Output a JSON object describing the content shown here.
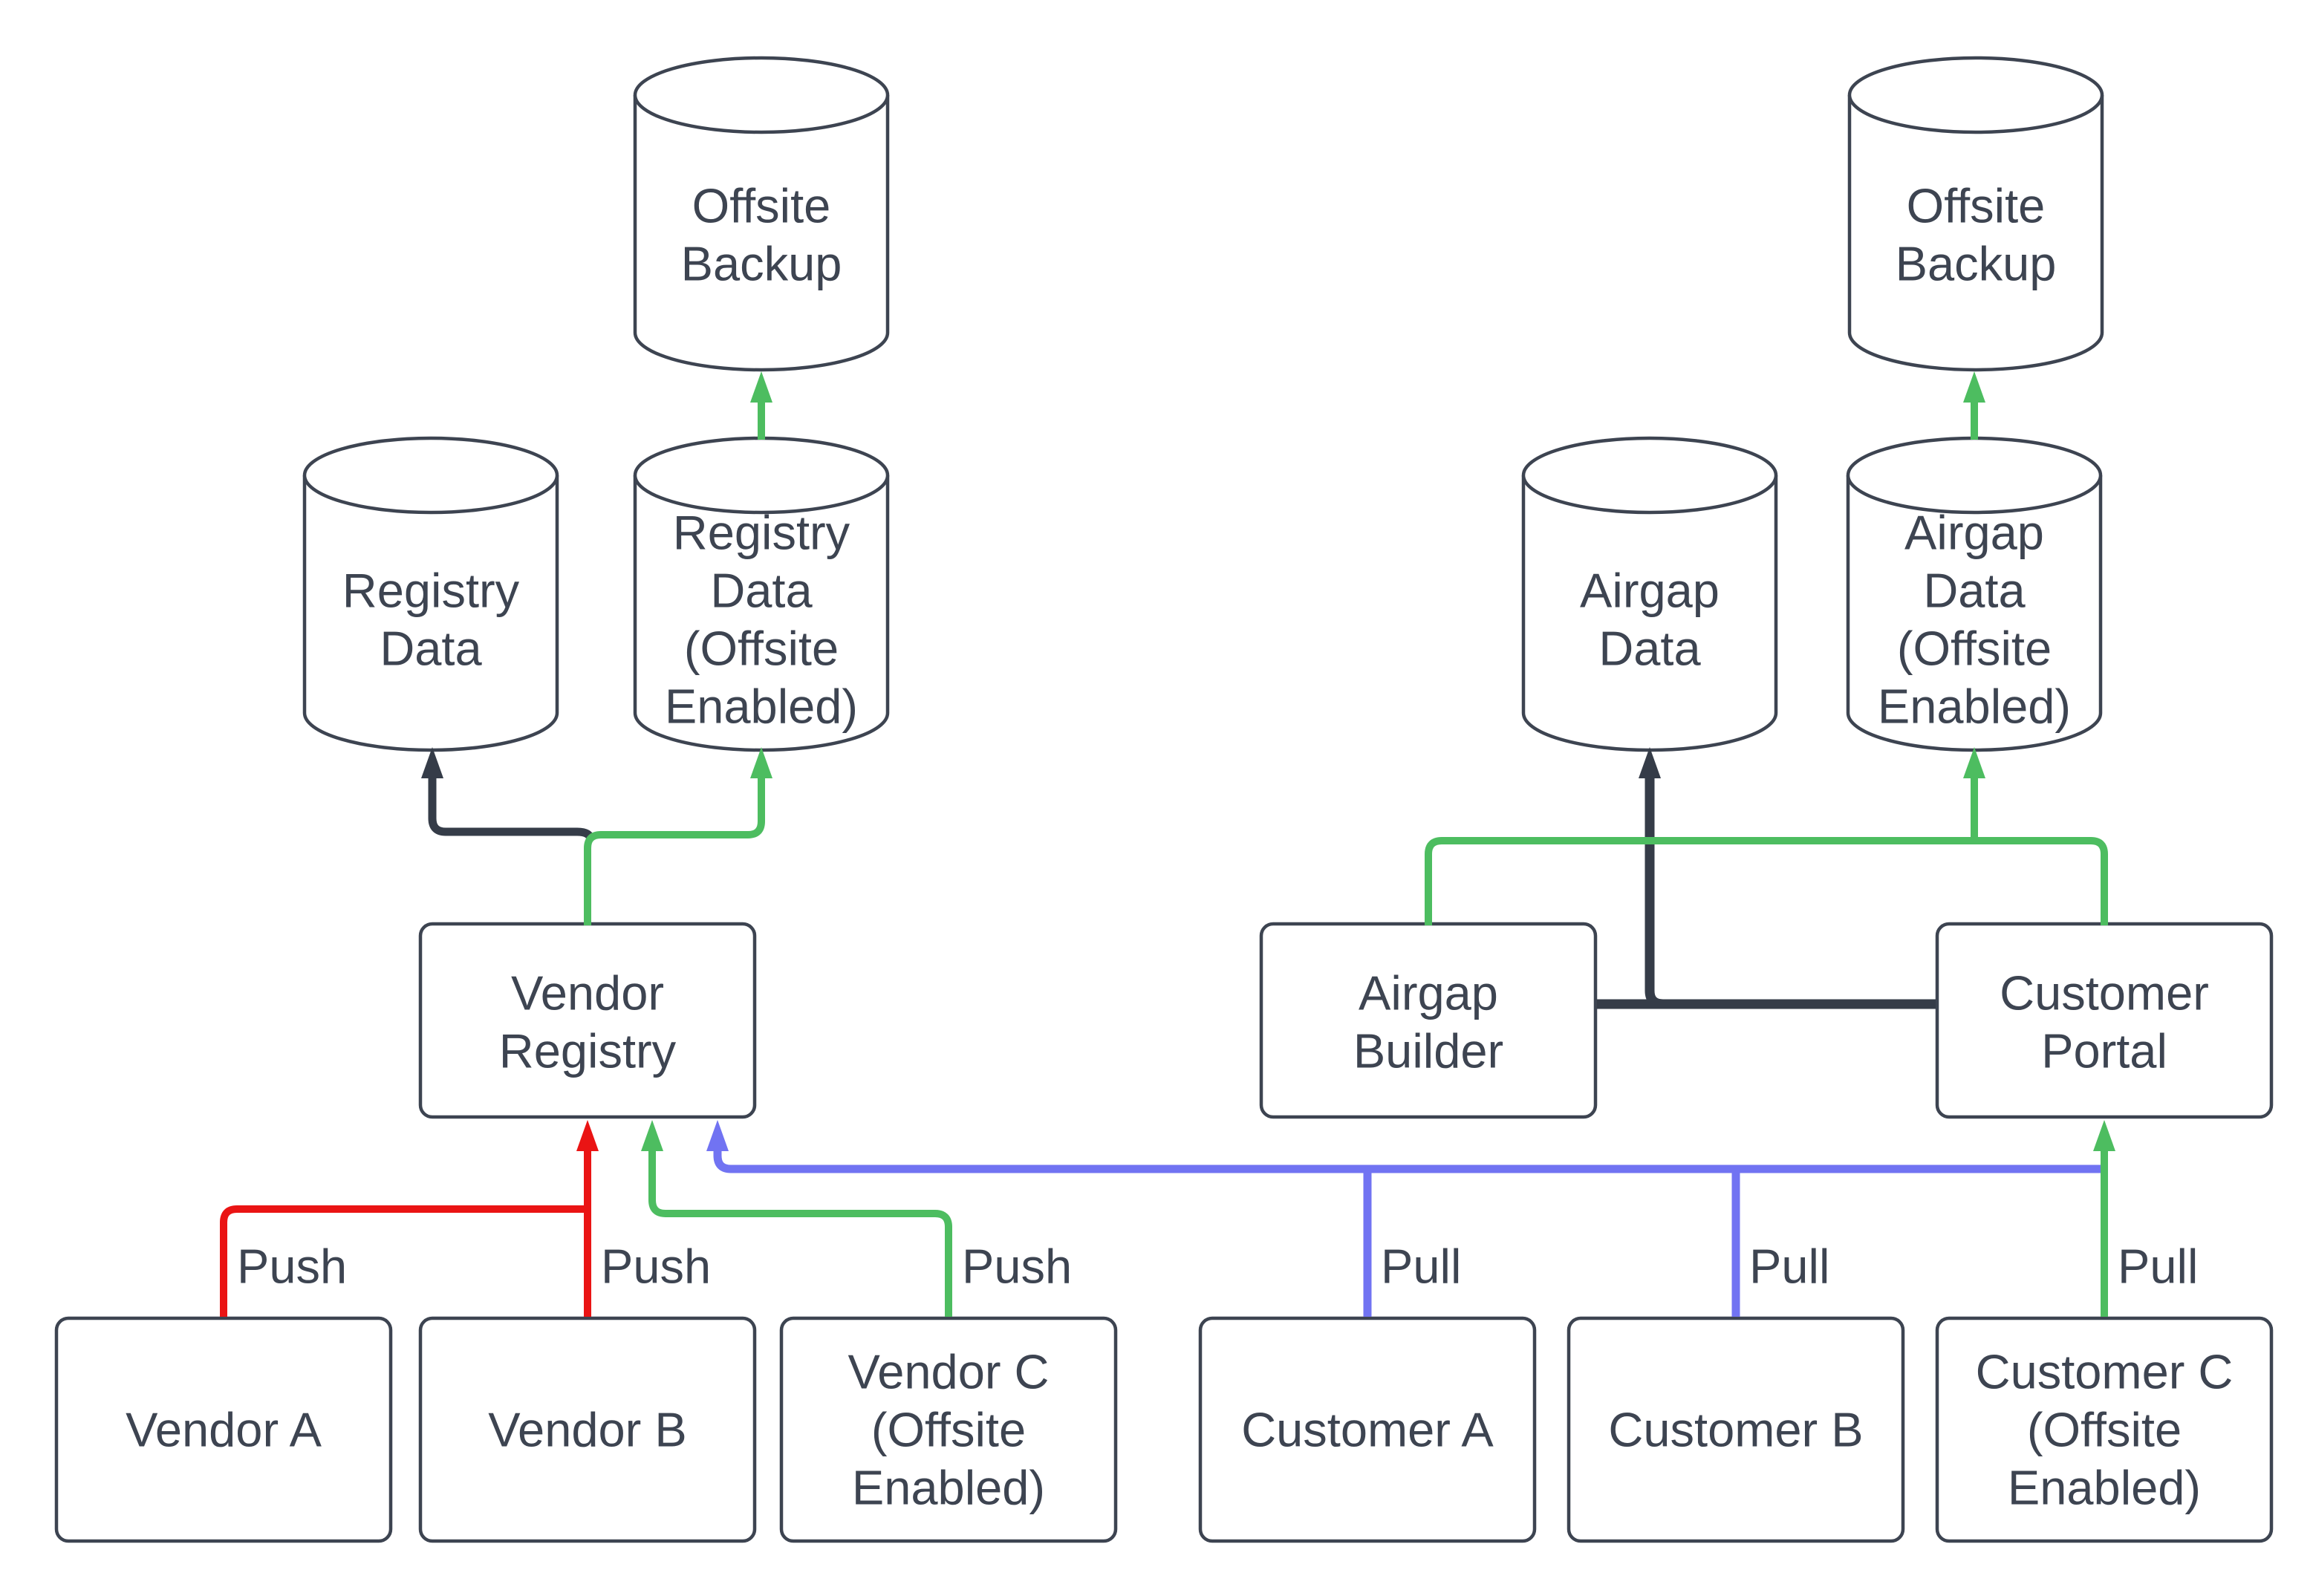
{
  "colors": {
    "background": "#ffffff",
    "ink": "#3d4451",
    "shape_fill": "#ffffff",
    "dark_connector": "#353c48",
    "red_connector": "#ea1414",
    "green_connector": "#4dbd60",
    "blue_connector": "#7173f2"
  },
  "nodes": {
    "offsite_backup_left": {
      "lines": [
        "Offsite",
        "Backup"
      ]
    },
    "registry_data": {
      "lines": [
        "Registry",
        "Data"
      ]
    },
    "registry_data_offsite": {
      "lines": [
        "Registry",
        "Data",
        "(Offsite",
        "Enabled)"
      ]
    },
    "vendor_registry": {
      "lines": [
        "Vendor",
        "Registry"
      ]
    },
    "vendor_a": {
      "lines": [
        "Vendor A"
      ]
    },
    "vendor_b": {
      "lines": [
        "Vendor B"
      ]
    },
    "vendor_c": {
      "lines": [
        "Vendor C",
        "(Offsite",
        "Enabled)"
      ]
    },
    "airgap_data": {
      "lines": [
        "Airgap",
        "Data"
      ]
    },
    "airgap_data_offsite": {
      "lines": [
        "Airgap",
        "Data",
        "(Offsite",
        "Enabled)"
      ]
    },
    "offsite_backup_right": {
      "lines": [
        "Offsite",
        "Backup"
      ]
    },
    "airgap_builder": {
      "lines": [
        "Airgap",
        "Builder"
      ]
    },
    "customer_portal": {
      "lines": [
        "Customer",
        "Portal"
      ]
    },
    "customer_a": {
      "lines": [
        "Customer A"
      ]
    },
    "customer_b": {
      "lines": [
        "Customer B"
      ]
    },
    "customer_c": {
      "lines": [
        "Customer C",
        "(Offsite",
        "Enabled)"
      ]
    }
  },
  "edge_labels": {
    "vendor_a_push": "Push",
    "vendor_b_push": "Push",
    "vendor_c_push": "Push",
    "customer_a_pull": "Pull",
    "customer_b_pull": "Pull",
    "customer_c_pull": "Pull"
  }
}
